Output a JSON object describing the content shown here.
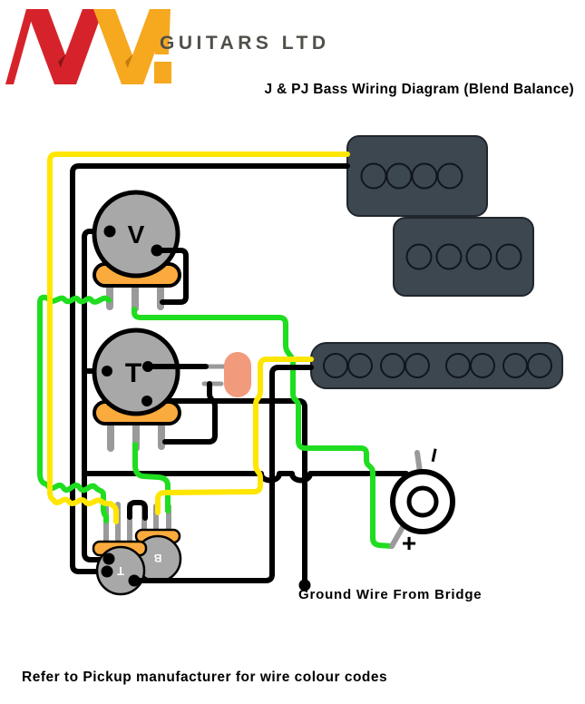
{
  "brand": {
    "logo_letters": "WM",
    "company": "GUITARS LTD"
  },
  "title": "J & PJ Bass Wiring Diagram (Blend Balance)",
  "components": {
    "volume_pot": {
      "label": "V"
    },
    "tone_pot": {
      "label": "T"
    },
    "blend_pot": {
      "front_label": "T",
      "back_label": "B"
    },
    "output_jack": {
      "tip_label": "I",
      "ground_label": "+"
    },
    "split_coil_pickups": {
      "count": 2,
      "poles_each": 4
    },
    "jazz_pickup": {
      "count": 1,
      "poles": 8
    },
    "capacitor": {
      "count": 1
    }
  },
  "annotations": {
    "ground_wire": "Ground Wire From Bridge",
    "footer": "Refer to Pickup manufacturer for wire colour codes"
  },
  "colors": {
    "wire_hot": "#ffe600",
    "wire_signal": "#1fdd1f",
    "wire_ground": "#000000",
    "pot_body": "#a8a8a8",
    "pot_base": "#fbab3d",
    "pickup_body": "#3d4750",
    "capacitor": "#f29a7c",
    "logo_red": "#d6232b",
    "logo_red_dark": "#8f1418",
    "logo_orange": "#f6a81f",
    "logo_orange_dark": "#c47c0e",
    "company_text": "#514f49"
  }
}
